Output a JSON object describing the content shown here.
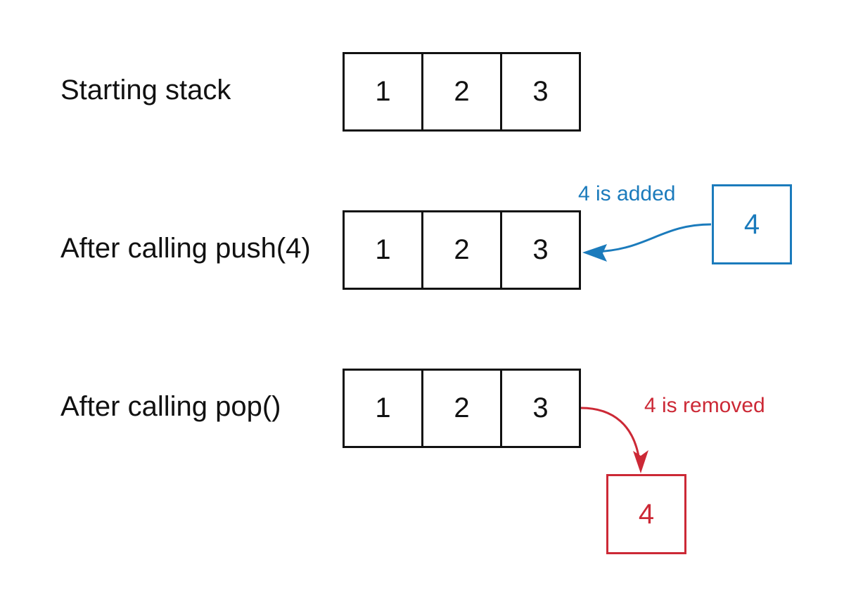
{
  "colors": {
    "added": "#1b7bbc",
    "removed": "#cc2936",
    "stroke": "#111111"
  },
  "rows": [
    {
      "label": "Starting stack",
      "cells": [
        "1",
        "2",
        "3"
      ]
    },
    {
      "label": "After calling push(4)",
      "cells": [
        "1",
        "2",
        "3"
      ]
    },
    {
      "label": "After calling pop()",
      "cells": [
        "1",
        "2",
        "3"
      ]
    }
  ],
  "push_event": {
    "value": "4",
    "annotation": "4 is added"
  },
  "pop_event": {
    "value": "4",
    "annotation": "4 is removed"
  }
}
